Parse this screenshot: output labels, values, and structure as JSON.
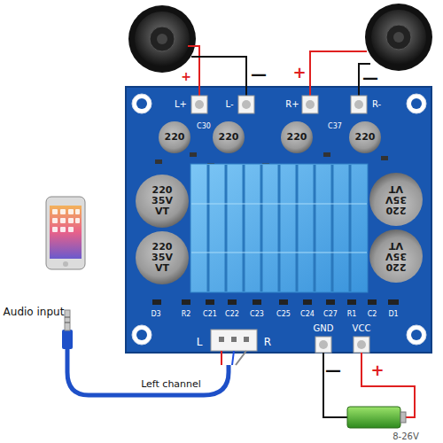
{
  "diagram": {
    "nodes": [
      {
        "text": [
          "220"
        ]
      },
      {
        "text": [
          "220"
        ]
      },
      {
        "text": [
          "220"
        ]
      },
      {
        "text": [
          "220"
        ]
      },
      {
        "text": [
          "220 35V VT"
        ]
      },
      {
        "text": [
          "220 35V VT"
        ]
      },
      {
        "text": [
          "220 35V VT"
        ]
      },
      {
        "text": [
          "220 35V VT"
        ]
      }
    ],
    "labels": [
      "+",
      "—",
      "+",
      "—",
      "L+",
      "L-",
      "R+",
      "R-",
      "C30",
      "C37",
      "D3",
      "R2",
      "C21",
      "C22",
      "C23",
      "C25",
      "C24",
      "C27",
      "R1",
      "C2",
      "D1",
      "L",
      "R",
      "GND",
      "VCC",
      "Audio input",
      "Left channel",
      "—",
      "+",
      "8-26V"
    ]
  }
}
